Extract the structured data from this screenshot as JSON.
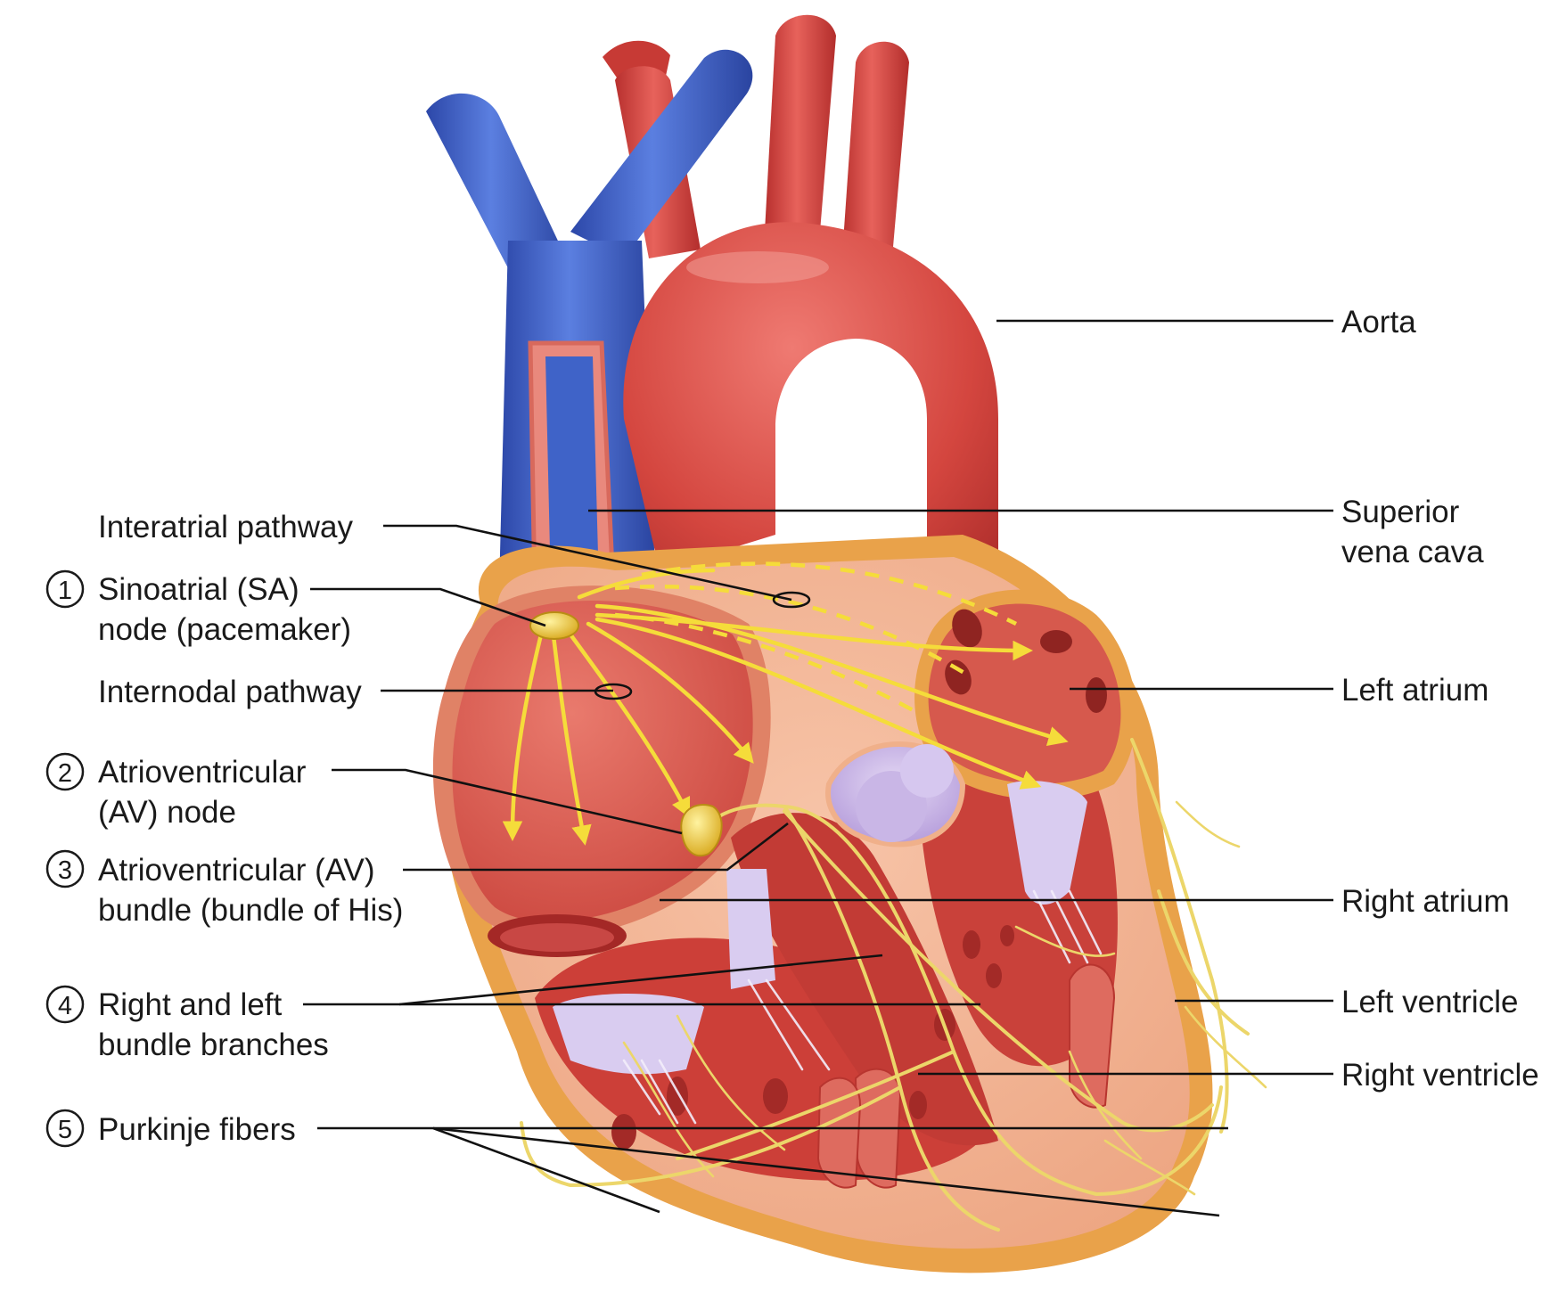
{
  "labels": {
    "aorta": "Aorta",
    "svc_line1": "Superior",
    "svc_line2": "vena cava",
    "left_atrium": "Left atrium",
    "right_atrium": "Right atrium",
    "left_ventricle": "Left ventricle",
    "right_ventricle": "Right ventricle",
    "interatrial": "Interatrial pathway",
    "internodal": "Internodal pathway",
    "sa_line1": "Sinoatrial (SA)",
    "sa_line2": "node (pacemaker)",
    "av_node_line1": "Atrioventricular",
    "av_node_line2": "(AV) node",
    "av_bundle_line1": "Atrioventricular (AV)",
    "av_bundle_line2": "bundle (bundle of His)",
    "branches_line1": "Right and left",
    "branches_line2": "bundle branches",
    "purkinje": "Purkinje fibers"
  },
  "steps": [
    "1",
    "2",
    "3",
    "4",
    "5"
  ],
  "colors": {
    "vein_blue": "#3f63c8",
    "artery_red": "#d94a45",
    "conduction_yellow": "#f5dc3a",
    "pericardium_orange": "#e9a24a",
    "valve_lilac": "#c9b6e6"
  }
}
